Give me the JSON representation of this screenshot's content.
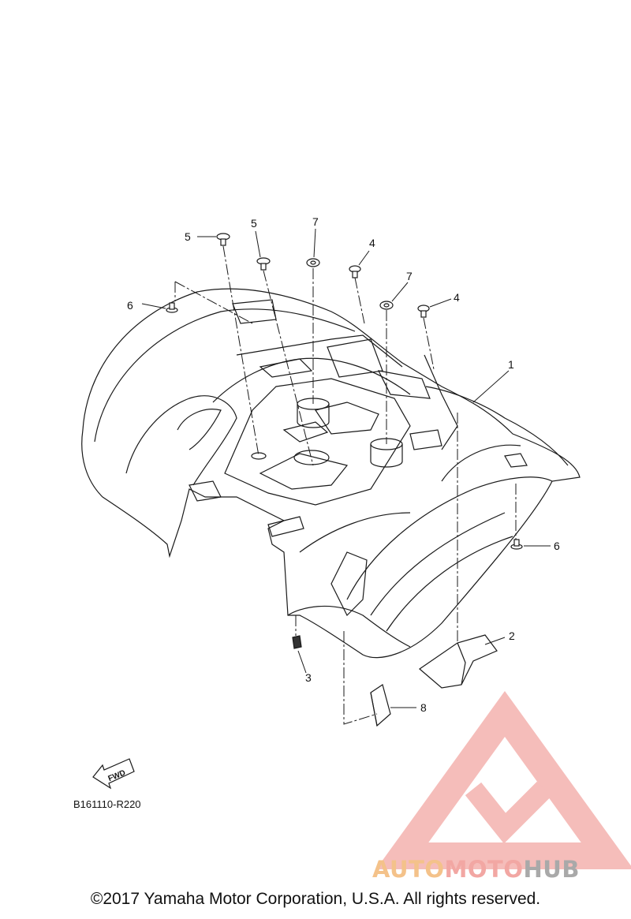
{
  "callouts": {
    "c1": "1",
    "c2": "2",
    "c3": "3",
    "c4a": "4",
    "c4b": "4",
    "c5a": "5",
    "c5b": "5",
    "c6a": "6",
    "c6b": "6",
    "c7a": "7",
    "c7b": "7",
    "c8": "8"
  },
  "fwd_label": "FWD",
  "diagram_code": "B161110-R220",
  "copyright": "©2017 Yamaha Motor Corporation, U.S.A. All rights reserved.",
  "watermark": {
    "part1": "AUTO",
    "part2": "MOTO",
    "part3": "HUB"
  },
  "colors": {
    "line": "#1a1a1a",
    "watermark_orange": "#f4c28a",
    "watermark_pink": "#f2a7a3",
    "watermark_gray": "#a9a9a9"
  }
}
